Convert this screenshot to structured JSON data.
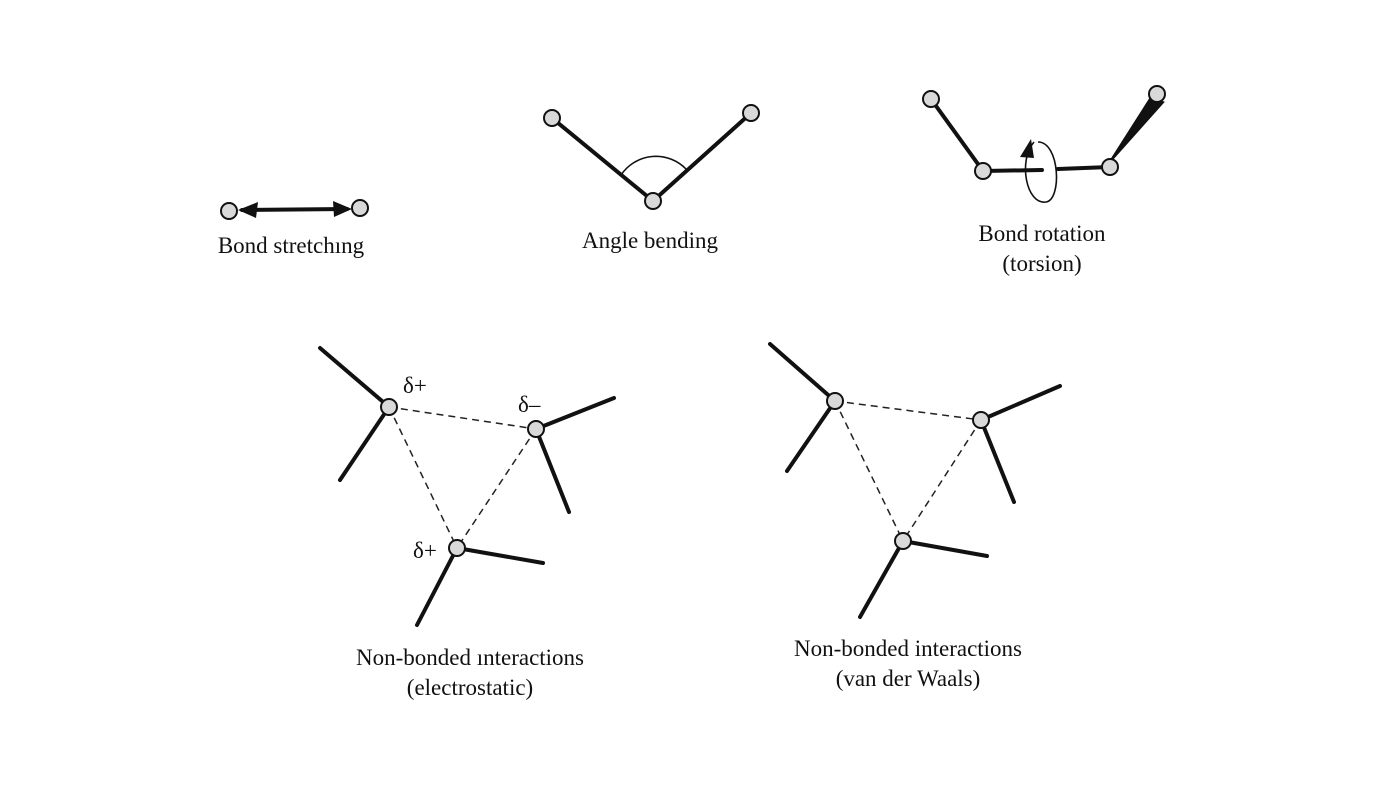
{
  "panels": {
    "stretching": {
      "label": "Bond stretchıng"
    },
    "bending": {
      "label": "Angle bending"
    },
    "torsion": {
      "label_line1": "Bond rotation",
      "label_line2": "(torsion)"
    },
    "electrostatic": {
      "label_line1": "Non-bonded ınteractions",
      "label_line2": "(electrostatic)",
      "charge_a": "δ+",
      "charge_b": "δ–",
      "charge_c": "δ+"
    },
    "vdw": {
      "label_line1": "Non-bonded interactions",
      "label_line2": "(van der Waals)"
    }
  }
}
